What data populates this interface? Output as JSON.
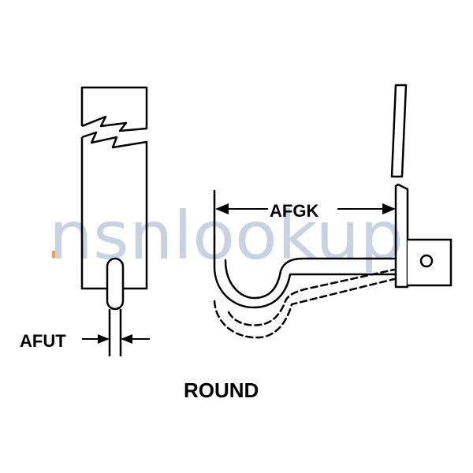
{
  "watermark": {
    "text": "nsnlookup",
    "dot_color": "#f2a257",
    "text_color": "#c7d3e2"
  },
  "labels": {
    "afut": "AFUT",
    "afgk": "AFGK",
    "round": "ROUND"
  }
}
